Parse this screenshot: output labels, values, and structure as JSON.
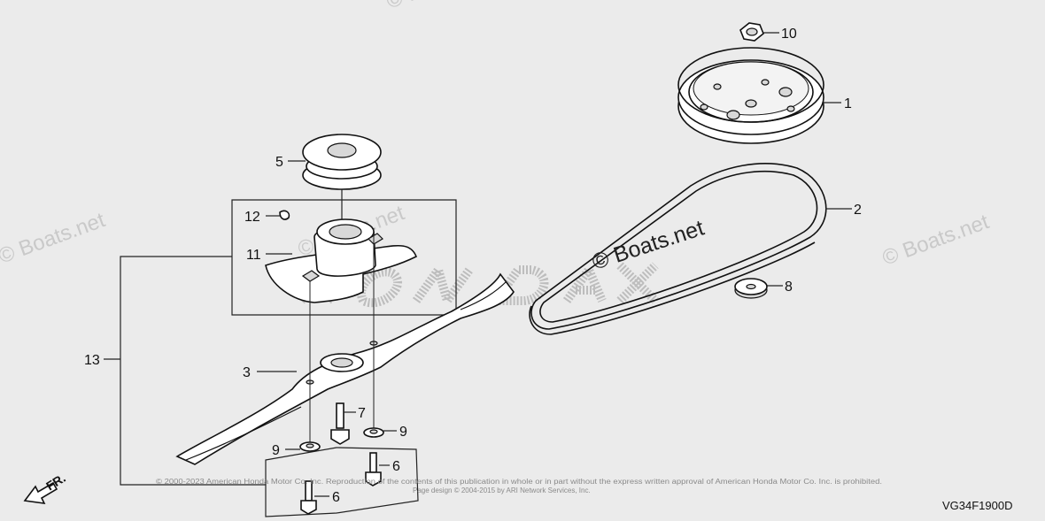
{
  "diagram": {
    "code": "VG34F1900D",
    "watermarks": [
      "© Boats.net",
      "© Boats.net",
      "© Boats.net",
      "© Boats.net"
    ],
    "center_watermark": "© Boats.net",
    "direction_label": "FR.",
    "copyright_line1": "© 2000-2023 American Honda Motor Co. Inc. Reproduction of the contents of this publication in whole or in part without the express written approval of American Honda Motor Co. Inc. is prohibited.",
    "copyright_line2": "Page design © 2004-2015 by ARI Network Services, Inc.",
    "callouts": {
      "c1": "1",
      "c2": "2",
      "c3": "3",
      "c5": "5",
      "c6a": "6",
      "c6b": "6",
      "c7": "7",
      "c8": "8",
      "c9a": "9",
      "c9b": "9",
      "c10": "10",
      "c11": "11",
      "c12": "12",
      "c13": "13"
    }
  }
}
